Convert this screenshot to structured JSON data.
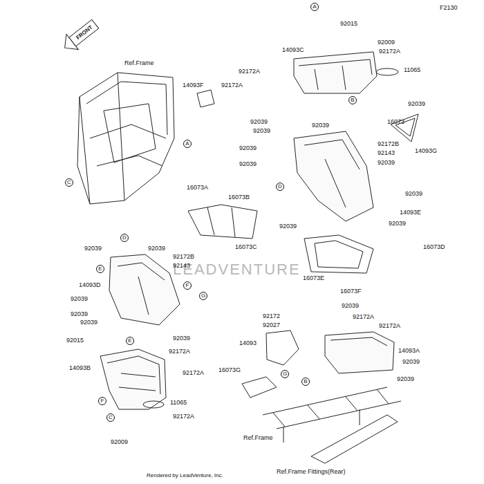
{
  "diagram": {
    "nodes": [
      {
        "text": [
          "A"
        ]
      },
      {
        "text": [
          "B"
        ]
      },
      {
        "text": [
          "A"
        ]
      },
      {
        "text": [
          "C"
        ]
      },
      {
        "text": [
          "D"
        ]
      },
      {
        "text": [
          "D"
        ]
      },
      {
        "text": [
          "E"
        ]
      },
      {
        "text": [
          "F"
        ]
      },
      {
        "text": [
          "G"
        ]
      },
      {
        "text": [
          "E"
        ]
      },
      {
        "text": [
          "G"
        ]
      },
      {
        "text": [
          "B"
        ]
      },
      {
        "text": [
          "F"
        ]
      },
      {
        "text": [
          "C"
        ]
      }
    ],
    "labels": [
      "F2130",
      "FRONT",
      "Ref.Frame",
      "14093F",
      "92172A",
      "92015",
      "14093C",
      "92009",
      "92172A",
      "92172A",
      "11065",
      "92039",
      "16073",
      "92039",
      "92039",
      "92039",
      "92039",
      "92039",
      "92172B",
      "92143",
      "92039",
      "14093G",
      "92039",
      "14093E",
      "92039",
      "16073A",
      "16073B",
      "16073C",
      "92039",
      "16073D",
      "16073E",
      "16073F",
      "92039",
      "92039",
      "92172B",
      "92143",
      "14093D",
      "92039",
      "92039",
      "92039",
      "92039",
      "92039",
      "92172",
      "92172A",
      "92027",
      "92172A",
      "14093",
      "14093A",
      "92039",
      "92039",
      "16073G",
      "92015",
      "92172A",
      "14093B",
      "92172A",
      "11065",
      "92172A",
      "92009",
      "Ref.Frame",
      "Ref.Frame Fittings(Rear)",
      "Rendered by LeadVenture, Inc.",
      "LEADVENTURE"
    ]
  }
}
